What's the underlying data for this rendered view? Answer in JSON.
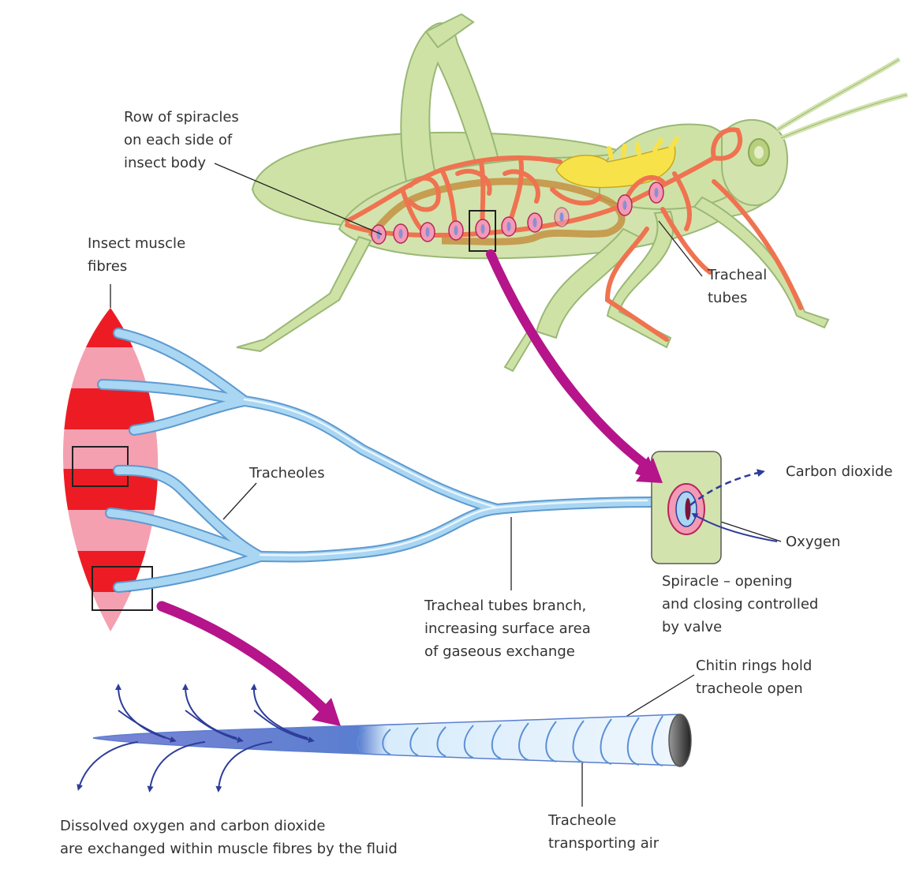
{
  "labels": {
    "spiracles_row": [
      "Row of spiracles",
      "on each side of",
      "insect body"
    ],
    "muscle_fibres": [
      "Insect muscle",
      "fibres"
    ],
    "tracheal_tubes": [
      "Tracheal",
      "tubes"
    ],
    "tracheoles": "Tracheoles",
    "carbon_dioxide": "Carbon dioxide",
    "oxygen": "Oxygen",
    "spiracle_valve": [
      "Spiracle – opening",
      "and closing controlled",
      "by valve"
    ],
    "tubes_branch": [
      "Tracheal tubes branch,",
      "increasing surface area",
      "of gaseous exchange"
    ],
    "chitin_rings": [
      "Chitin rings hold",
      "tracheole open"
    ],
    "tracheole_air": [
      "Tracheole",
      "transporting air"
    ],
    "dissolved_exchange": [
      "Dissolved oxygen and carbon dioxide",
      "are exchanged within muscle fibres by the fluid"
    ]
  },
  "colors": {
    "insect_body": "#d3e3ad",
    "insect_outline": "#9ab876",
    "trachea": "#ef7350",
    "muscle_red": "#ed1c24",
    "muscle_pink": "#f4a0b0",
    "tracheole_blue": "#a9d6f2",
    "tracheole_outline": "#5d9ad0",
    "arrow_magenta": "#b5148b",
    "gas_arrow": "#2e3c9a",
    "yellow_organ": "#f8e24a",
    "gut": "#c38b3a",
    "spiracle_pink": "#f39ab4"
  }
}
